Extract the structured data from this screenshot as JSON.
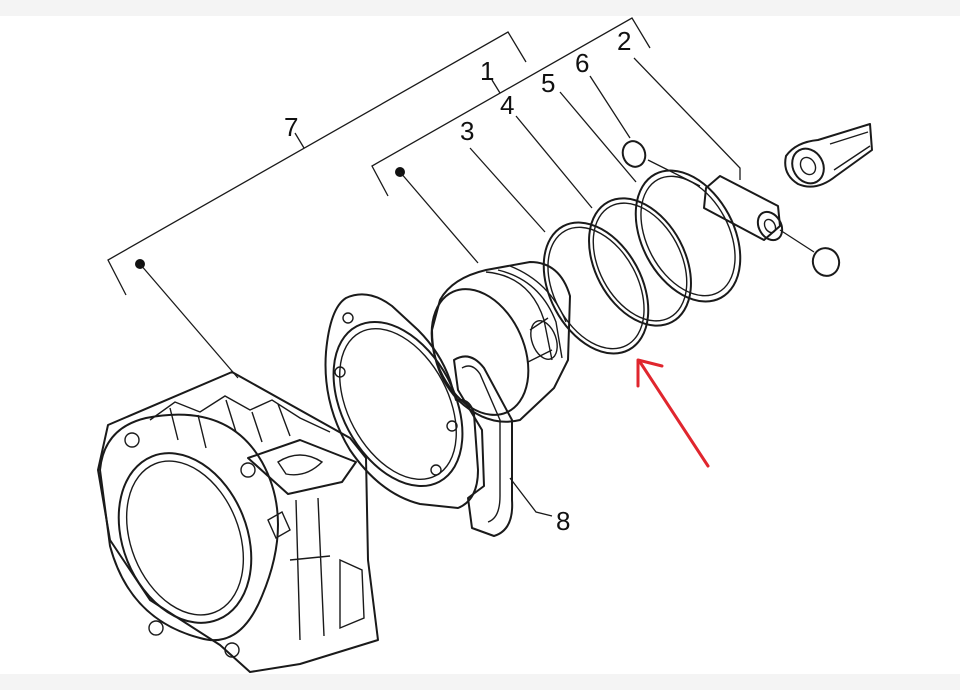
{
  "labels": {
    "l1": "1",
    "l2": "2",
    "l3": "3",
    "l4": "4",
    "l5": "5",
    "l6": "6",
    "l7": "7",
    "l8": "8"
  },
  "colors": {
    "background": "#f4f4f4",
    "panel": "#ffffff",
    "line": "#1a1a1a",
    "arrow": "#e0262e"
  }
}
